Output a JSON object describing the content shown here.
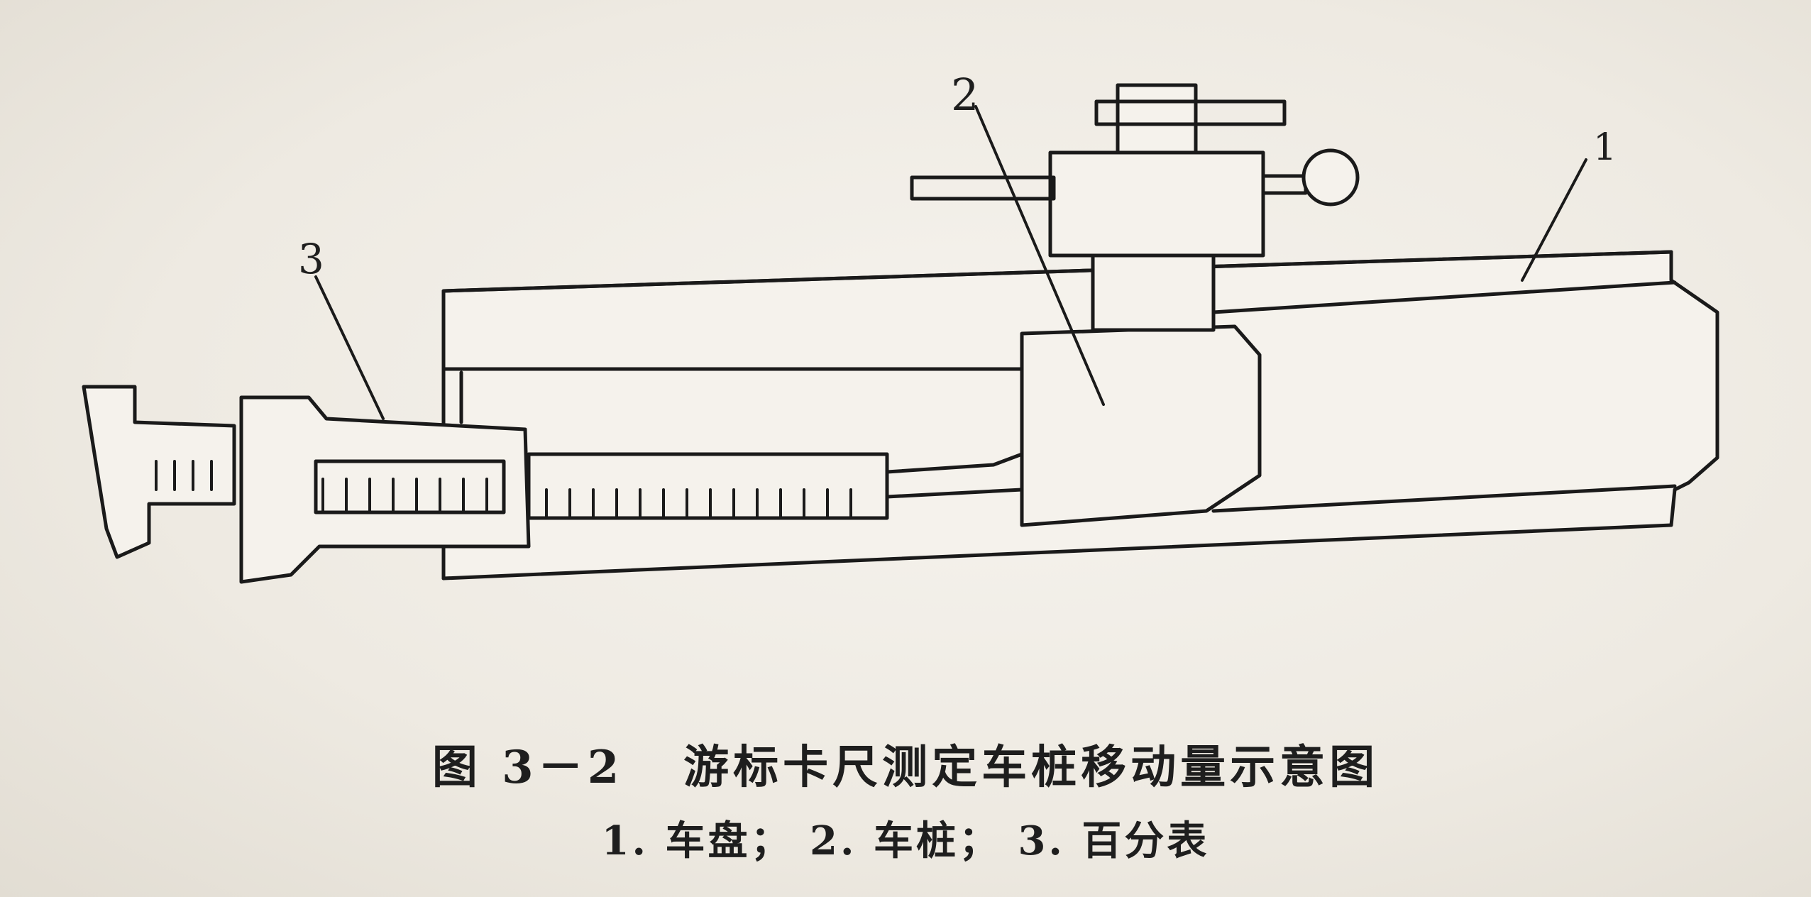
{
  "figure": {
    "title": "图 3－2   游标卡尺测定车桩移动量示意图",
    "legend": "1. 车盘； 2. 车桩； 3. 百分表",
    "callouts": [
      {
        "id": "1",
        "label": "1",
        "part": "车盘"
      },
      {
        "id": "2",
        "label": "2",
        "part": "车桩"
      },
      {
        "id": "3",
        "label": "3",
        "part": "百分表"
      }
    ]
  },
  "colors": {
    "line": "#1a1a1a",
    "paper": "#f3f0ea",
    "text": "#1e1e1e"
  }
}
